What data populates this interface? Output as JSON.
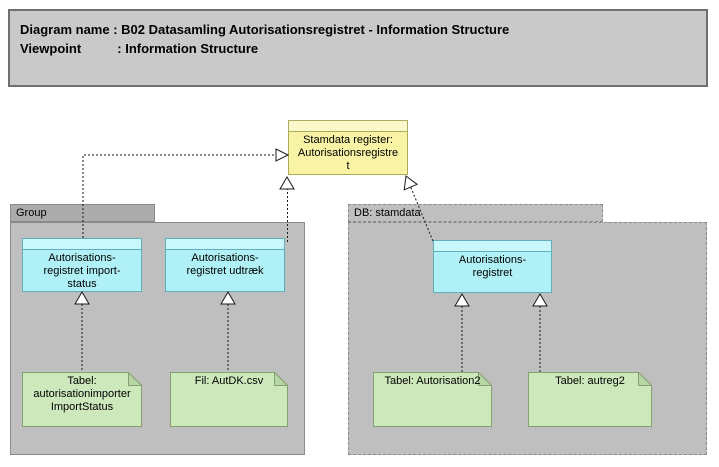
{
  "title_box": {
    "lines": [
      "Diagram name : B02 Datasamling Autorisationsregistret - Information Structure",
      "Viewpoint          : Information Structure"
    ]
  },
  "stamdata_register": {
    "lines": [
      "Stamdata register:",
      "Autorisationsregistre",
      "t"
    ]
  },
  "group": {
    "label": "Group",
    "objects": [
      {
        "lines": [
          "Autorisations-",
          "registret import-",
          "status"
        ]
      },
      {
        "lines": [
          "Autorisations-",
          "registret udtræk"
        ]
      }
    ],
    "notes": [
      {
        "lines": [
          "Tabel:",
          "autorisationimporter",
          "ImportStatus"
        ]
      },
      {
        "lines": [
          "Fil: AutDK.csv"
        ]
      }
    ]
  },
  "db": {
    "label": "DB: stamdata",
    "objects": [
      {
        "lines": [
          "Autorisations-",
          "registret"
        ]
      }
    ],
    "notes": [
      {
        "lines": [
          "Tabel: Autorisation2"
        ]
      },
      {
        "lines": [
          "Tabel: autreg2"
        ]
      }
    ]
  },
  "colors": {
    "title_fill": "#C9C9C9",
    "container_fill": "#BFBFBF",
    "container_tab_fill": "#ACACAC",
    "container_border": "#8A8A8A",
    "object_fill": "#B0F1F7",
    "object_band_fill": "#C9F7FB",
    "object_border": "#62AEBA",
    "yellow_object_fill": "#F9F3A5",
    "yellow_object_border": "#ABAB5C",
    "note_fill": "#CDE9BC",
    "note_fold_fill": "#B6D7A4",
    "note_border": "#85A072",
    "connector": "#1A1A1A"
  }
}
